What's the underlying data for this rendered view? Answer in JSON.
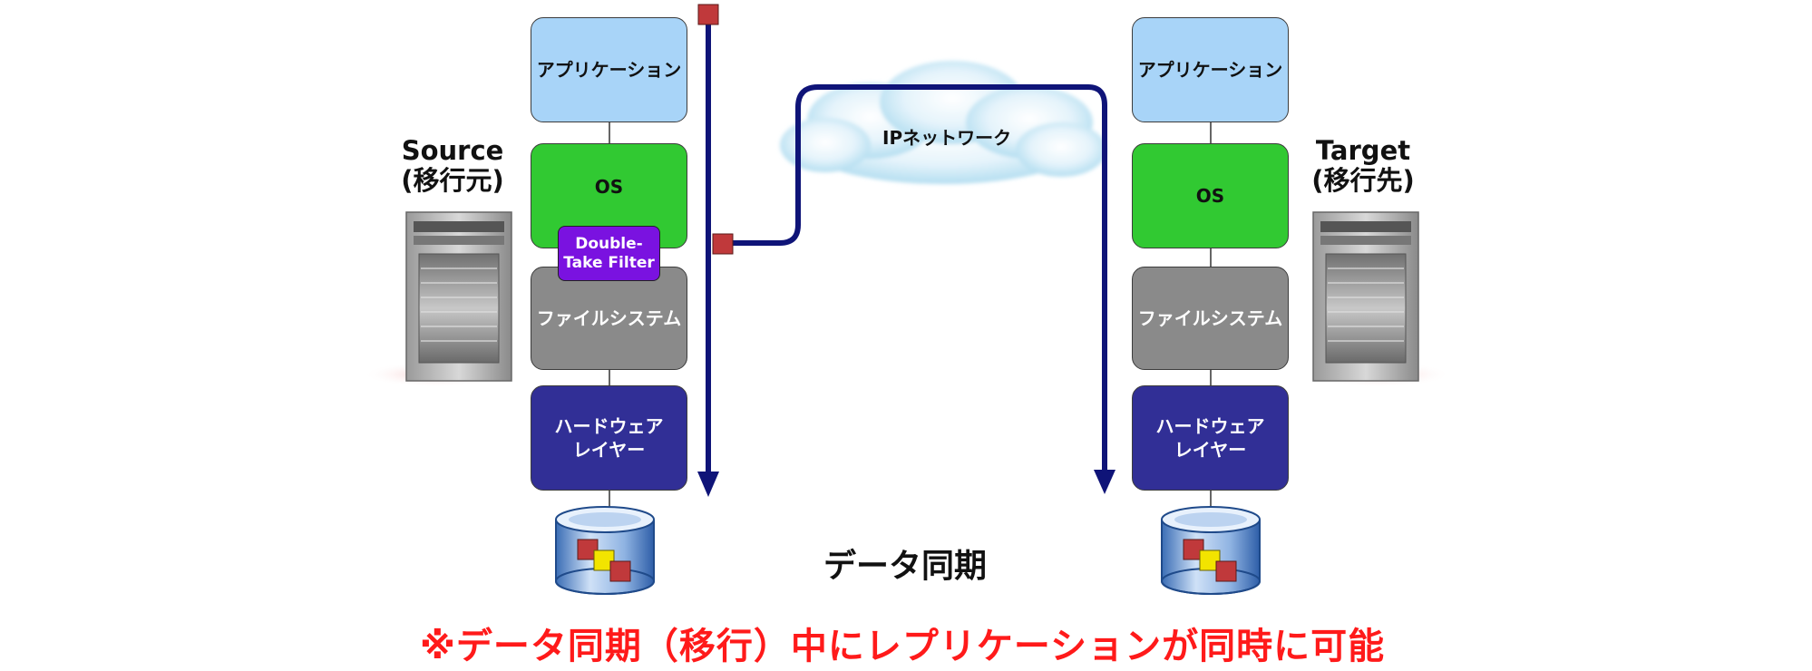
{
  "source": {
    "label": "Source\n(移行元)",
    "layers": {
      "application": "アプリケーション",
      "os": "OS",
      "filter": "Double-\nTake Filter",
      "filesystem": "ファイルシステム",
      "hardware": "ハードウェア\nレイヤー"
    }
  },
  "target": {
    "label": "Target\n(移行先)",
    "layers": {
      "application": "アプリケーション",
      "os": "OS",
      "filesystem": "ファイルシステム",
      "hardware": "ハードウェア\nレイヤー"
    }
  },
  "network": {
    "label": "IPネットワーク"
  },
  "sync_caption": "データ同期",
  "note": "※データ同期（移行）中にレプリケーションが同時に可能",
  "colors": {
    "application": "#a8d4f8",
    "os": "#31c932",
    "filter": "#7a12e0",
    "filesystem": "#8a8a8a",
    "hardware": "#312f96",
    "arrow": "#0f1478",
    "marker": "#c0393b",
    "note": "#ff1a1a"
  },
  "icons": [
    "server-icon",
    "database-icon",
    "cloud-icon"
  ]
}
